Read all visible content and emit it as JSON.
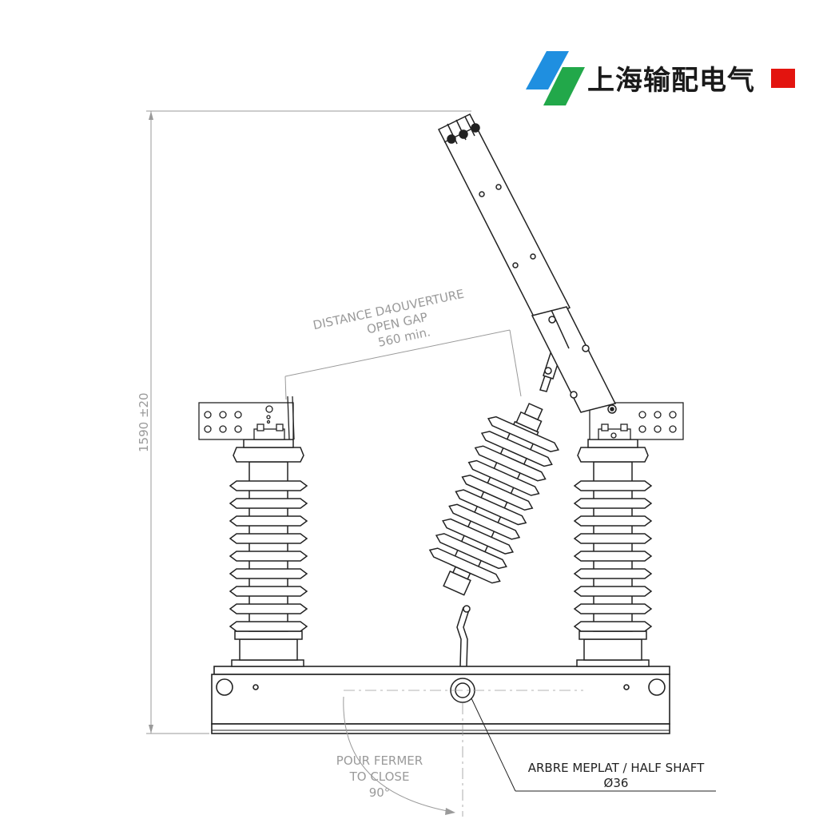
{
  "logo": {
    "text": "上海输配电气",
    "colors": {
      "blue": "#1f8fe0",
      "green": "#22a84a",
      "red": "#e3140f"
    }
  },
  "dimensions": {
    "height_label": "1590 ±20",
    "gap": {
      "line1": "DISTANCE D4OUVERTURE",
      "line2": "OPEN GAP",
      "line3": "560 min."
    },
    "rotation": {
      "line1": "POUR FERMER",
      "line2": "TO CLOSE",
      "line3": "90°"
    },
    "shaft": {
      "line1": "ARBRE MEPLAT / HALF SHAFT",
      "line2": "Ø36"
    }
  }
}
